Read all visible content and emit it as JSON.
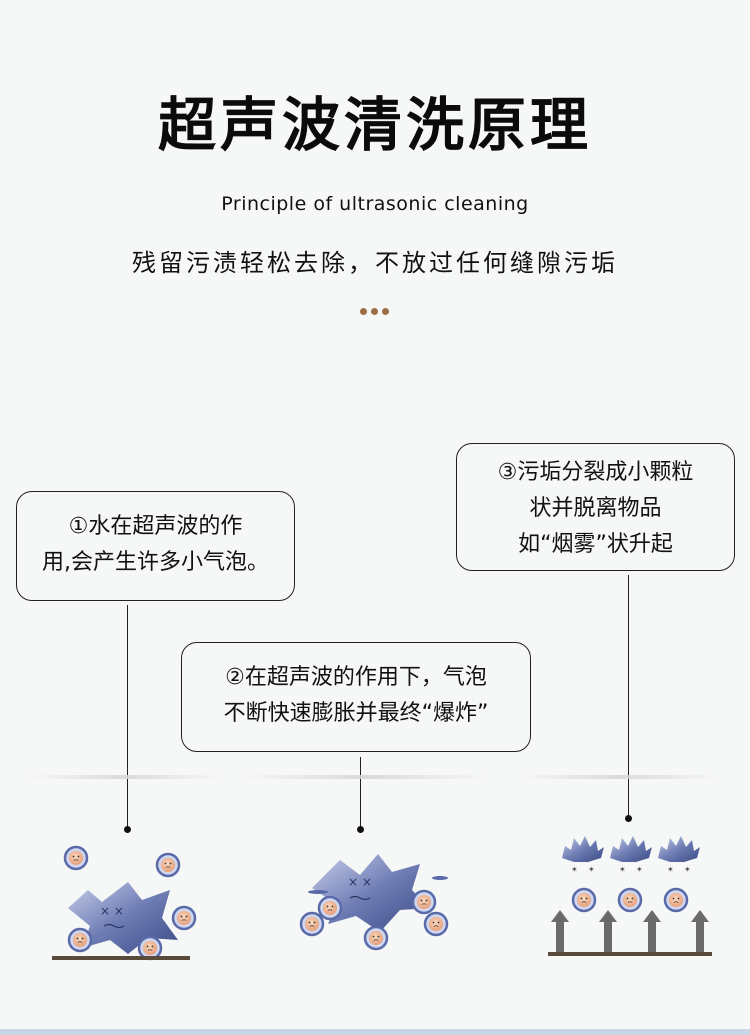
{
  "header": {
    "title": "超声波清洗原理",
    "subtitle_en": "Principle of ultrasonic cleaning",
    "subtitle_cn": "残留污渍轻松去除，不放过任何缝隙污垢"
  },
  "steps": [
    {
      "lines": [
        "①水在超声波的作",
        "用,会产生许多小气泡。"
      ]
    },
    {
      "lines": [
        "②在超声波的作用下，气泡",
        "不断快速膨胀并最终“爆炸”"
      ]
    },
    {
      "lines": [
        "③污垢分裂成小颗粒",
        "状并脱离物品",
        "如“烟雾”状升起"
      ]
    }
  ],
  "colors": {
    "accent_dots": "#9b6e45",
    "stain_blue": "#4f5f95",
    "bubble_face": "#f2b893",
    "ground": "#5a4a3a"
  },
  "icons": [
    "stain-blob-icon",
    "bubble-character-icon",
    "smoke-cloud-icon",
    "up-arrow-icon"
  ]
}
